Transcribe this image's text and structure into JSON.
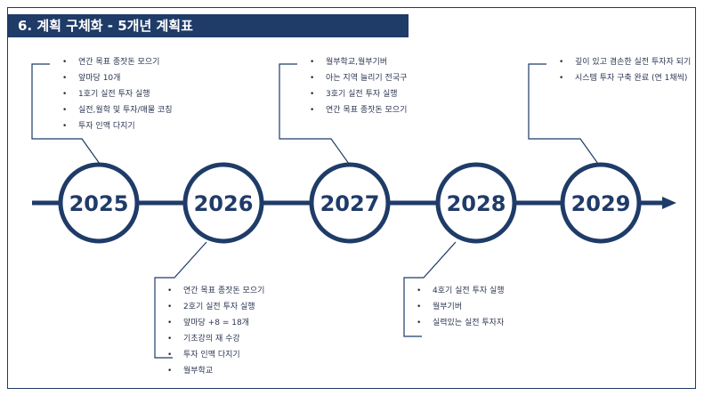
{
  "title": "6. 계획 구체화 - 5개년 계획표",
  "years": [
    "2025",
    "2026",
    "2027",
    "2028",
    "2029"
  ],
  "notes": {
    "y2025": [
      "연간 목표 종잣돈 모으기",
      "앞마당 10개",
      "1호기 실전 투자 실행",
      "실전,월학 및 투자/매물 코칭",
      "투자 인맥 다지기"
    ],
    "y2026": [
      "연간 목표 종잣돈 모으기",
      "2호기 실전 투자 실행",
      "앞마당 +8 = 18개",
      "기초강의 재 수강",
      "투자 인맥 다지기",
      "월부학교"
    ],
    "y2027": [
      "월부학교,월부기버",
      "아는 지역 늘리기 전국구",
      "3호기 실전 투자 실행",
      "연간 목표 종잣돈 모으기"
    ],
    "y2028": [
      "4호기 실전 투자 실행",
      "월부기버",
      "실력있는 실전 투자자"
    ],
    "y2029": [
      "깊이 있고 겸손한 실전 투자자 되기",
      "시스템 투자 구축 완료 (연 1채씩)"
    ]
  },
  "colors": {
    "primary": "#1f3b68",
    "text": "#2a3550",
    "background": "#ffffff"
  }
}
